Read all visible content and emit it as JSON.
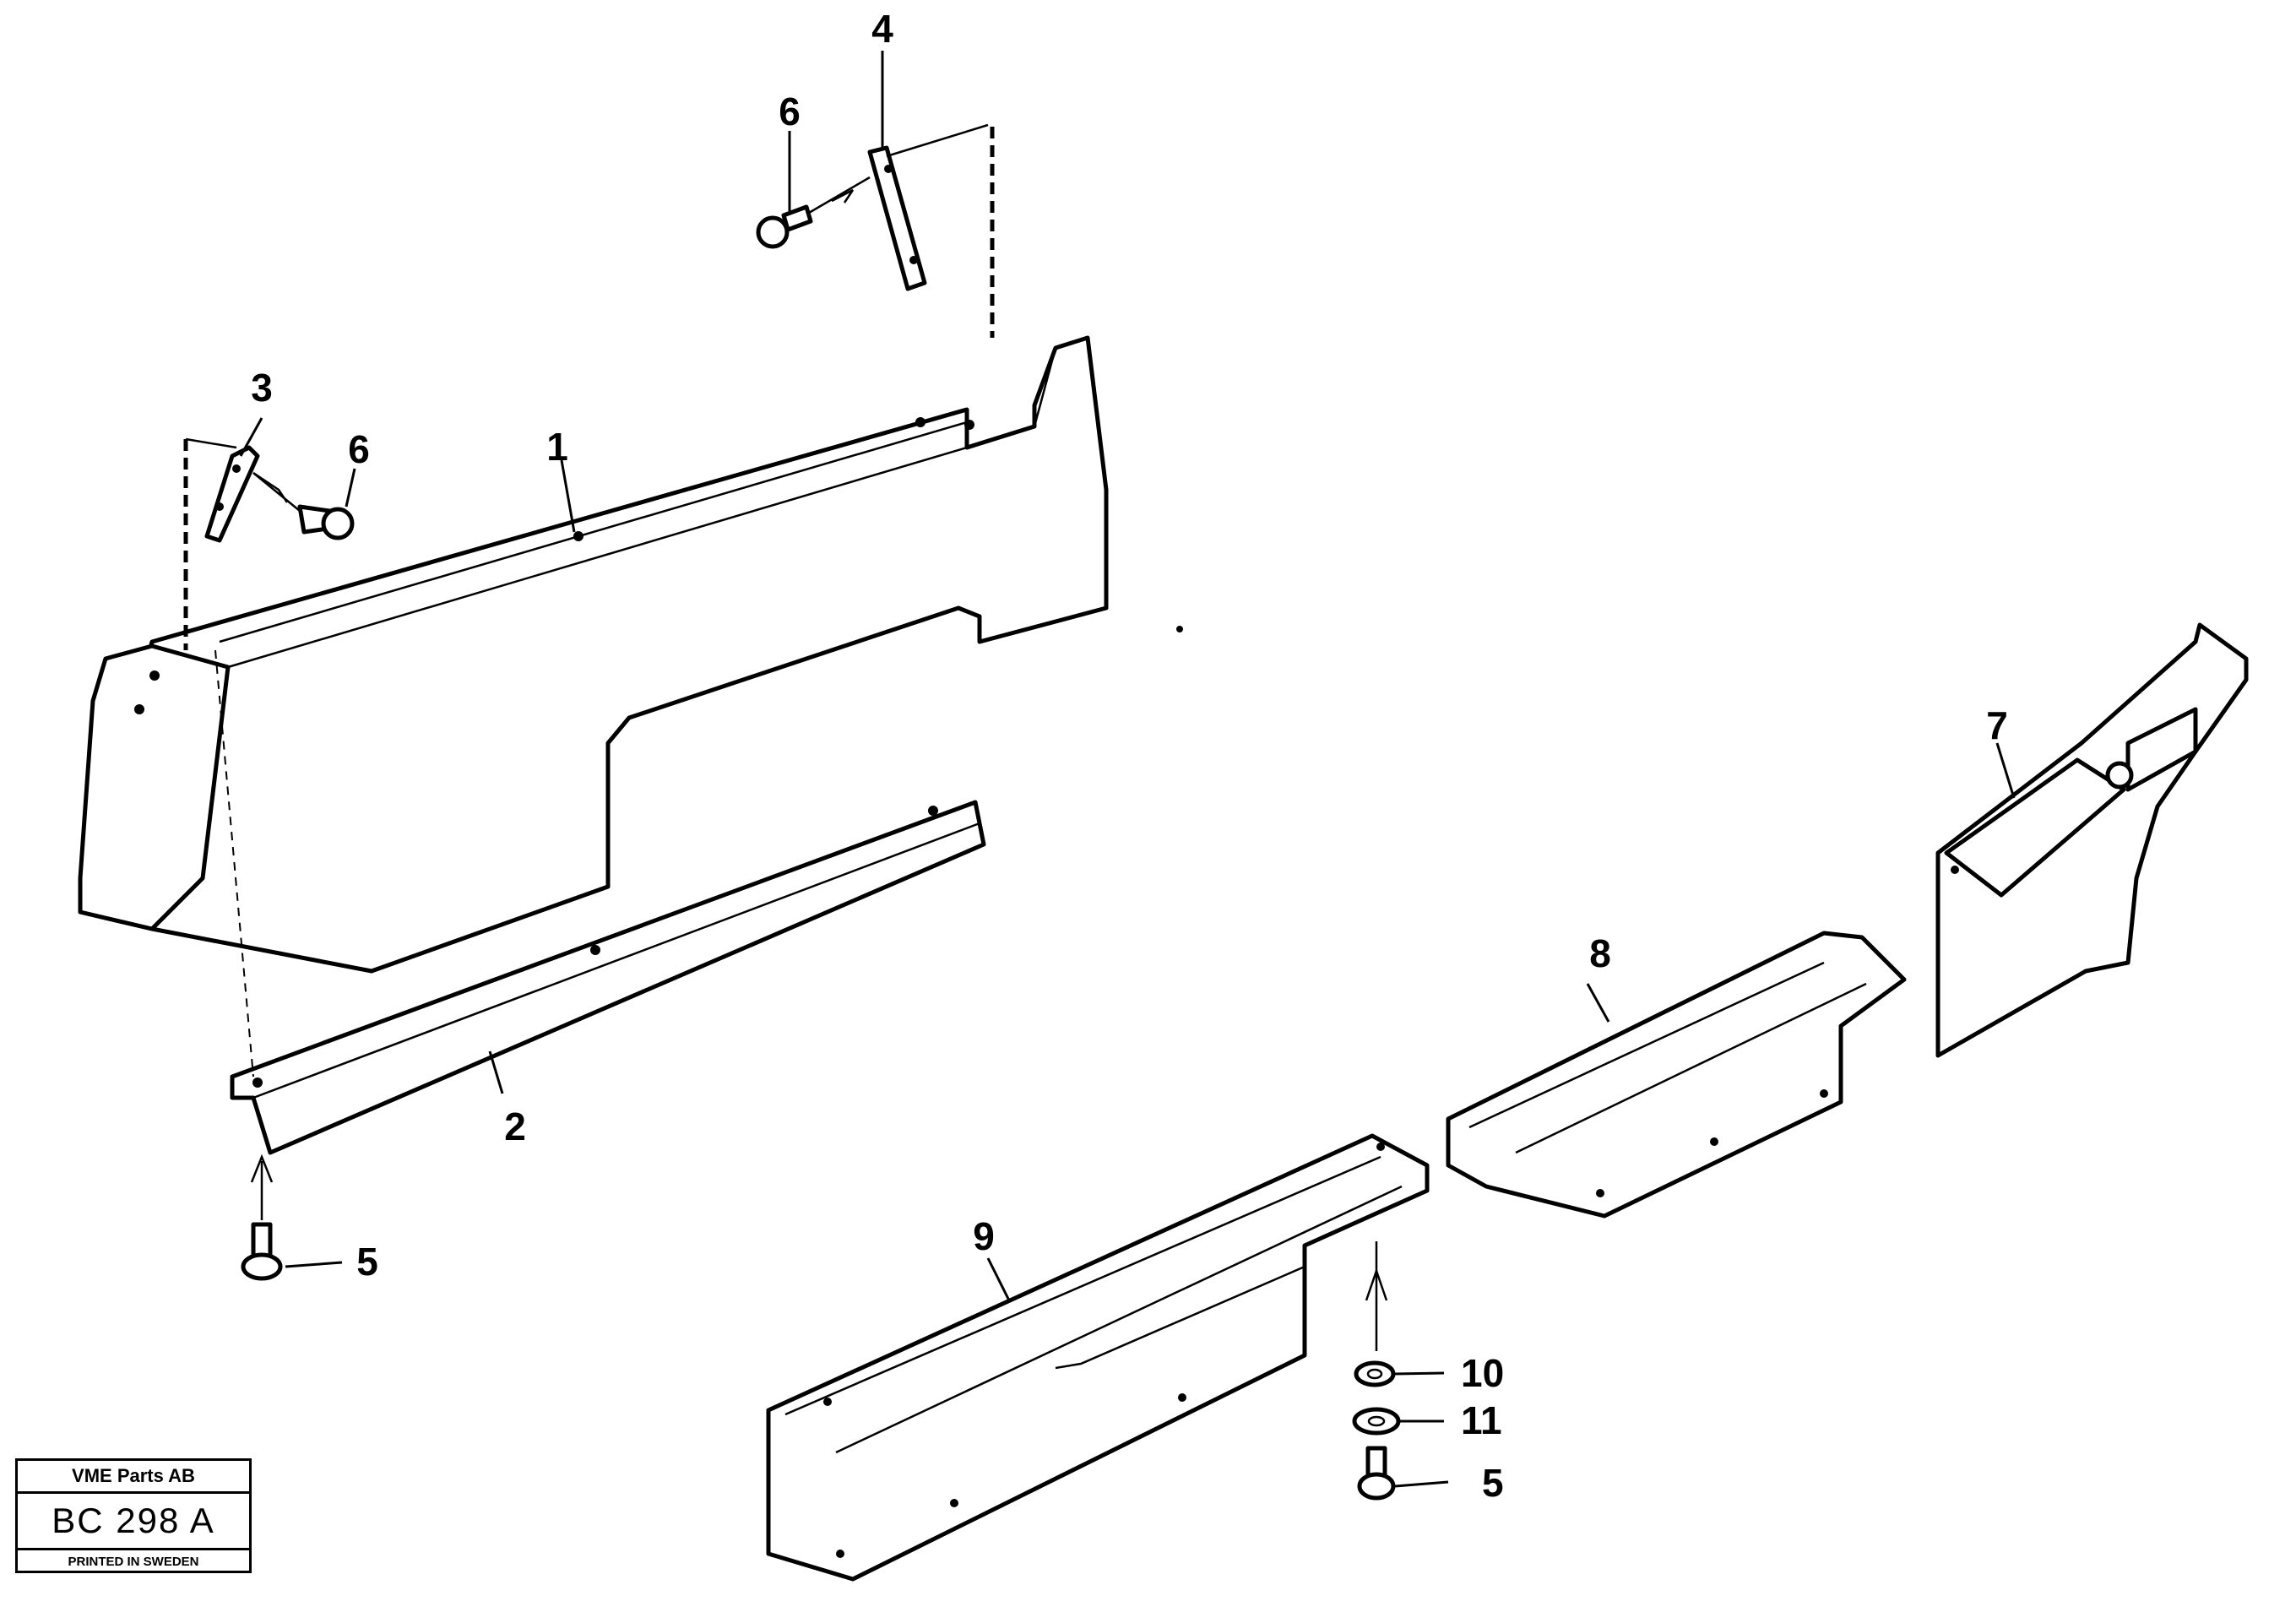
{
  "callouts": {
    "c1": "1",
    "c2": "2",
    "c3": "3",
    "c4": "4",
    "c5a": "5",
    "c5b": "5",
    "c6a": "6",
    "c6b": "6",
    "c7": "7",
    "c8": "8",
    "c9": "9",
    "c10": "10",
    "c11": "11"
  },
  "title_block": {
    "company": "VME Parts AB",
    "drawing_code": "BC 298 A",
    "printed": "PRINTED IN SWEDEN"
  }
}
